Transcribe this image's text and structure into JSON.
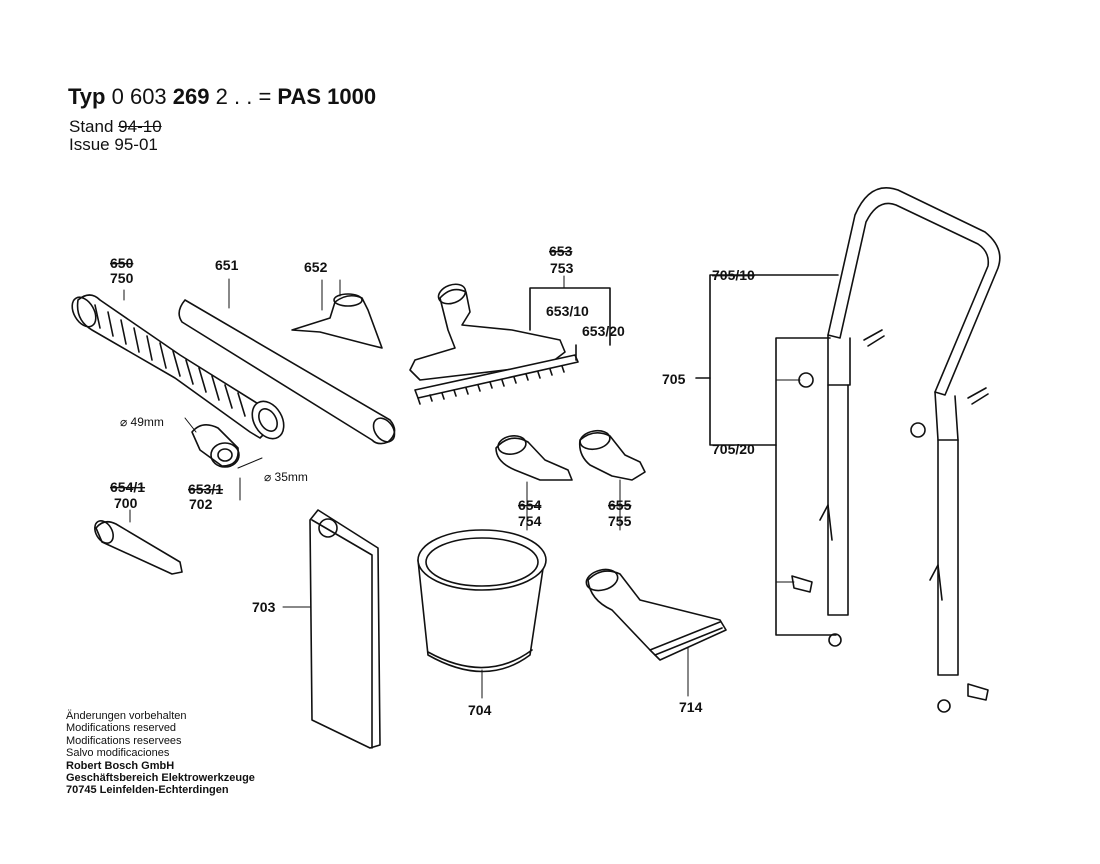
{
  "header": {
    "typ_label": "Typ",
    "typ_number_plain": "0 603",
    "typ_number_bold": "269",
    "typ_suffix": "2 . .  =",
    "model": "PAS 1000",
    "stand_label": "Stand",
    "stand_value": "94-10",
    "issue_label": "Issue",
    "issue_value": "95-01"
  },
  "parts": {
    "p750_old": "650",
    "p750": "750",
    "p651": "651",
    "p652": "652",
    "p753_old": "653",
    "p753": "753",
    "p653_10": "653/10",
    "p653_20": "653/20",
    "p705_10": "705/10",
    "p705": "705",
    "p705_20": "705/20",
    "dia49": "⌀ 49mm",
    "dia35": "⌀ 35mm",
    "p700_old": "654/1",
    "p700": "700",
    "p702_old": "653/1",
    "p702": "702",
    "p754_old": "654",
    "p754": "754",
    "p755_old": "655",
    "p755": "755",
    "p703": "703",
    "p704": "704",
    "p714": "714"
  },
  "notes": {
    "line1": "Änderungen vorbehalten",
    "line2": "Modifications reserved",
    "line3": "Modifications reservees",
    "line4": "Salvo modificaciones",
    "company1": "Robert Bosch GmbH",
    "company2": "Geschäftsbereich Elektrowerkzeuge",
    "company3": "70745 Leinfelden-Echterdingen"
  }
}
